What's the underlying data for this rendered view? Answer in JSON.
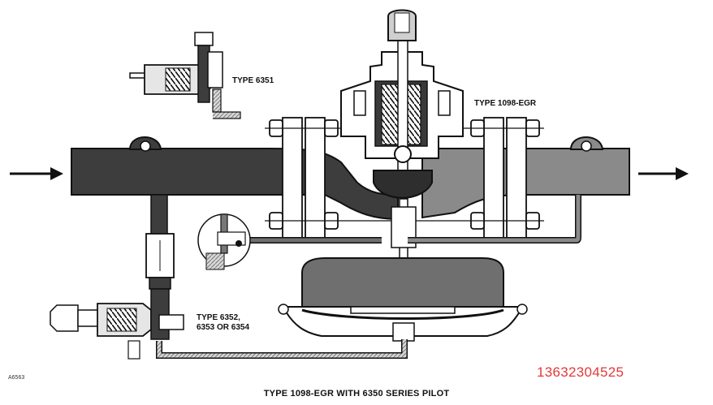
{
  "labels": {
    "type_6351": "TYPE 6351",
    "type_1098": "TYPE 1098-EGR",
    "type_6352_line1": "TYPE 6352,",
    "type_6352_line2": "6353 OR 6354"
  },
  "caption": "TYPE 1098-EGR WITH 6350 SERIES PILOT",
  "figure_ref": "A6563",
  "phone": "13632304525",
  "colors": {
    "upstream_pipe": "#3d3d3d",
    "downstream_pipe": "#8a8a8a",
    "loading_chamber": "#6f6f6f",
    "outline": "#111111",
    "phone_text": "#e23a3a"
  },
  "icons": {
    "flow_in": "arrow-right-icon",
    "flow_out": "arrow-right-icon"
  }
}
